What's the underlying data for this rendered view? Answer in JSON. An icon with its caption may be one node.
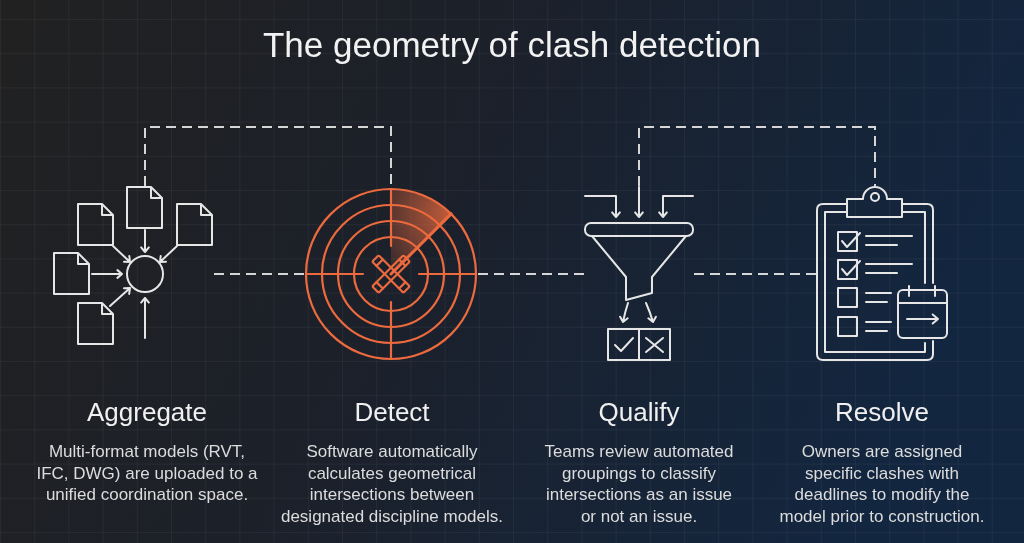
{
  "diagram": {
    "title": "The geometry of clash detection",
    "nodes": [
      {
        "text": [],
        "shape": "picture",
        "beside": [
          "Aggregate",
          "Multi-format models (RVT, IFC, DWG) are uploaded to a unified coordination space."
        ]
      },
      {
        "text": [],
        "shape": "picture",
        "beside": [
          "Detect",
          "Software automatically calculates geometrical intersections between designated discipline models."
        ]
      },
      {
        "text": [],
        "shape": "picture",
        "beside": [
          "Qualify",
          "Teams review automated groupings to classify intersections as an issue or not an issue."
        ]
      },
      {
        "text": [],
        "shape": "picture",
        "beside": [
          "Resolve",
          "Owners are assigned specific clashes with deadlines to modify the model prior to construction."
        ]
      }
    ],
    "edges": [
      {
        "from": 0,
        "to": 1,
        "arrow": "none",
        "style": "dashed"
      },
      {
        "from": 1,
        "to": 2,
        "arrow": "none",
        "style": "dashed"
      },
      {
        "from": 2,
        "to": 3,
        "arrow": "none",
        "style": "dashed"
      },
      {
        "from": 0,
        "to": 1,
        "arrow": "none",
        "style": "dashed"
      },
      {
        "from": 2,
        "to": 3,
        "arrow": "none",
        "style": "dashed"
      }
    ]
  }
}
